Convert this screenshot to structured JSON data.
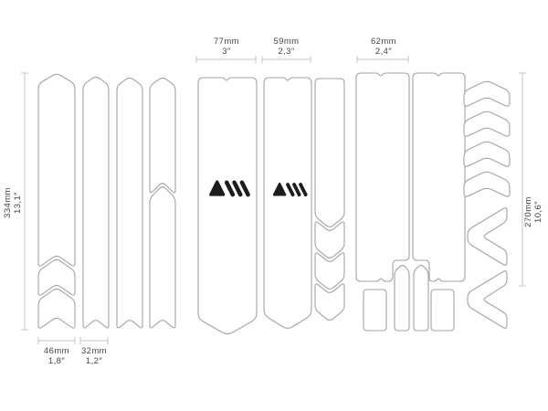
{
  "dimensions": {
    "w77": {
      "mm": "77mm",
      "inch": "3″"
    },
    "w59": {
      "mm": "59mm",
      "inch": "2,3″"
    },
    "w62": {
      "mm": "62mm",
      "inch": "2,4″"
    },
    "w46": {
      "mm": "46mm",
      "inch": "1,8″"
    },
    "w32": {
      "mm": "32mm",
      "inch": "1,2″"
    },
    "h334": {
      "mm": "334mm",
      "inch": "13,1″"
    },
    "h270": {
      "mm": "270mm",
      "inch": "10,6″"
    }
  },
  "logo": {
    "icon": "ams-monogram-icon"
  },
  "colors": {
    "bg": "#ffffff",
    "outline": "#a3a3a3",
    "dim": "#c6c6c6",
    "text": "#454545",
    "logo": "#1d1d1b"
  }
}
